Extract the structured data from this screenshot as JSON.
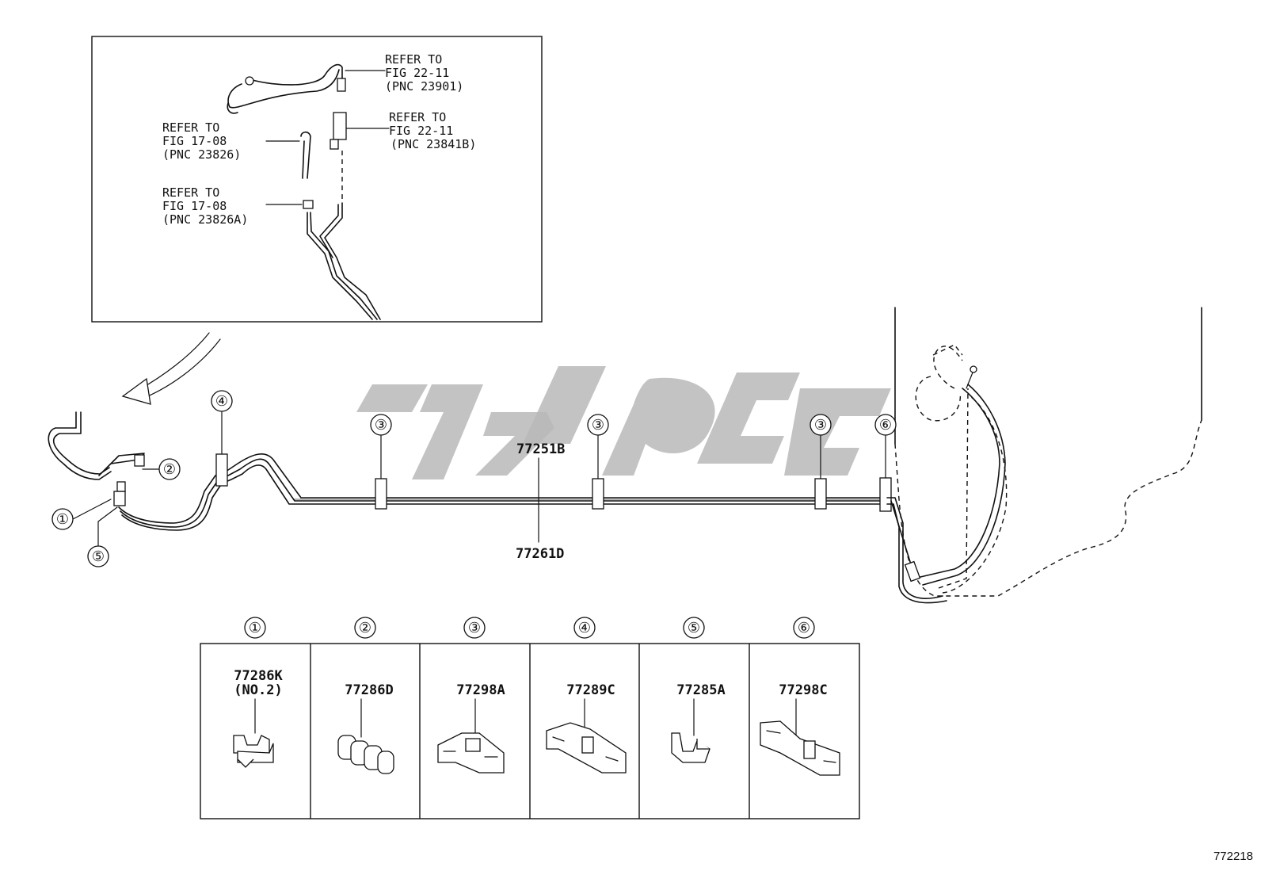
{
  "inset": {
    "refs": [
      {
        "line1": "REFER TO",
        "line2": "FIG 22-11",
        "line3": "(PNC 23901)"
      },
      {
        "line1": "REFER TO",
        "line2": "FIG 22-11",
        "line3": "(PNC 23841B)"
      },
      {
        "line1": "REFER TO",
        "line2": "FIG 17-08",
        "line3": "(PNC 23826)"
      },
      {
        "line1": "REFER TO",
        "line2": "FIG 17-08",
        "line3": "(PNC 23826A)"
      }
    ]
  },
  "main": {
    "callouts": [
      "①",
      "②",
      "③",
      "④",
      "⑤",
      "⑥"
    ],
    "part_upper": "77251B",
    "part_lower": "77261D"
  },
  "table": {
    "cells": [
      {
        "num": "①",
        "part": "77286K",
        "sub": "(NO.2)"
      },
      {
        "num": "②",
        "part": "77286D",
        "sub": ""
      },
      {
        "num": "③",
        "part": "77298A",
        "sub": ""
      },
      {
        "num": "④",
        "part": "77289C",
        "sub": ""
      },
      {
        "num": "⑤",
        "part": "77285A",
        "sub": ""
      },
      {
        "num": "⑥",
        "part": "77298C",
        "sub": ""
      }
    ]
  },
  "figure_number": "772218",
  "colors": {
    "line": "#111111",
    "watermark": "#b8b8b8",
    "background": "#ffffff"
  }
}
